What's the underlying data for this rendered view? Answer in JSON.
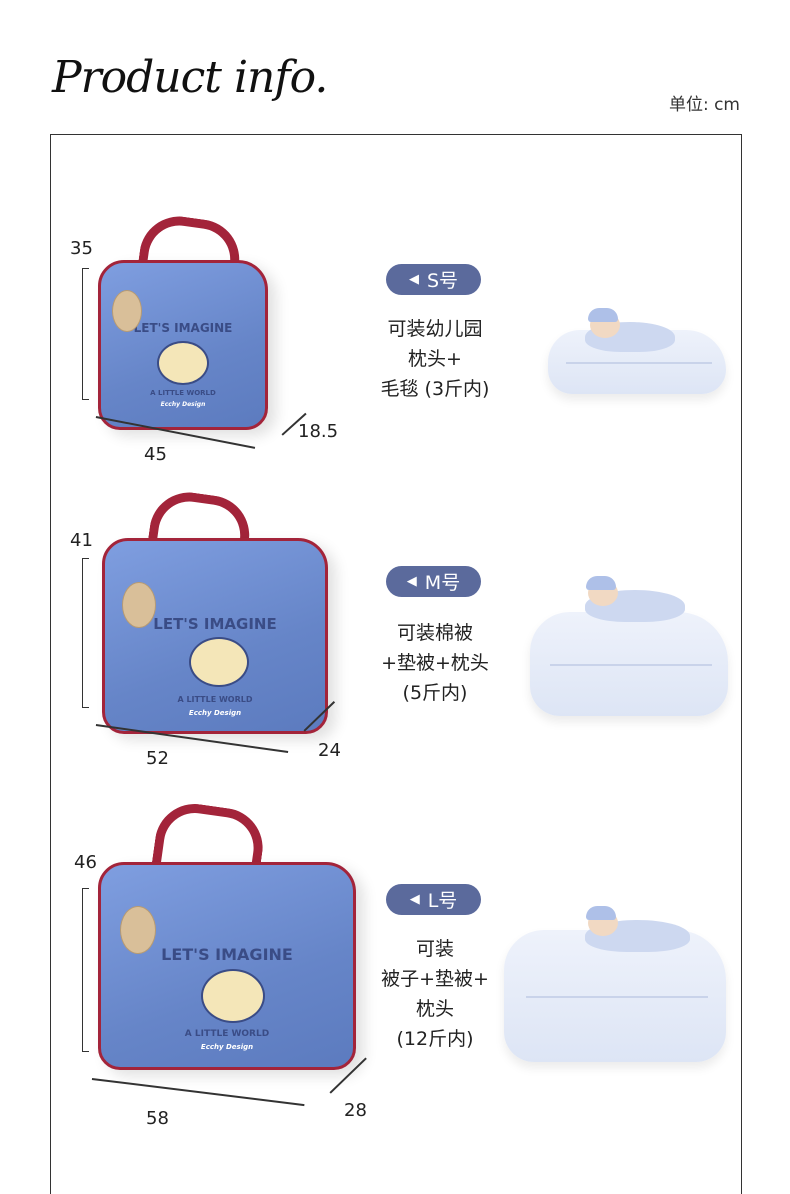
{
  "header": {
    "title": "Product info.",
    "unit": "单位: cm"
  },
  "bag_print": {
    "slogan": "LET'S IMAGINE",
    "subtitle": "A LITTLE WORLD",
    "signature": "Ecchy Design"
  },
  "sizes": [
    {
      "badge": "S号",
      "height": "35",
      "width": "45",
      "depth": "18.5",
      "desc": [
        "可装幼儿园",
        "枕头+",
        "毛毯 (3斤内)"
      ]
    },
    {
      "badge": "M号",
      "height": "41",
      "width": "52",
      "depth": "24",
      "desc": [
        "可装棉被",
        "+垫被+枕头",
        "(5斤内)"
      ]
    },
    {
      "badge": "L号",
      "height": "46",
      "width": "58",
      "depth": "28",
      "desc": [
        "可装",
        "被子+垫被+",
        "枕头",
        "(12斤内)"
      ]
    }
  ],
  "colors": {
    "badge": "#5b6a9c",
    "bag": "#6f8fd0",
    "trim": "#a3243a"
  }
}
